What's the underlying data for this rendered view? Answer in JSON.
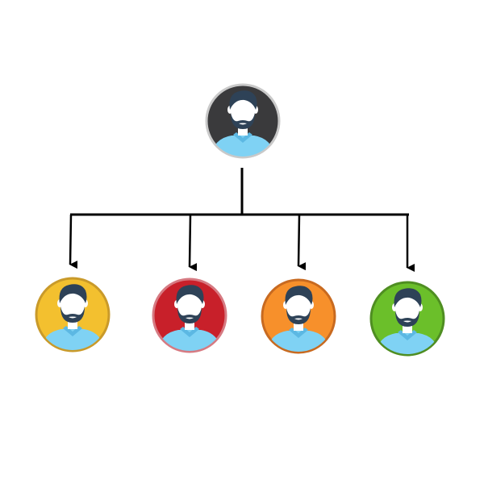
{
  "diagram": {
    "type": "org-hierarchy",
    "root": {
      "role": "manager",
      "icon": "person-avatar-icon",
      "background": "#3a3a3c",
      "border": "#c9c9c9"
    },
    "children": [
      {
        "role": "team-member-1",
        "icon": "person-avatar-icon",
        "background": "#f3c02f",
        "border": "#c99a2a"
      },
      {
        "role": "team-member-2",
        "icon": "person-avatar-icon",
        "background": "#c8202a",
        "border": "#d67a82"
      },
      {
        "role": "team-member-3",
        "icon": "person-avatar-icon",
        "background": "#f7902b",
        "border": "#c86a20"
      },
      {
        "role": "team-member-4",
        "icon": "person-avatar-icon",
        "background": "#6bbf2a",
        "border": "#4f8e22"
      }
    ],
    "connector_color": "#000000",
    "avatar_colors": {
      "hair": "#2e4257",
      "skin": "#ffffff",
      "shirt": "#7fd2f4",
      "collar": "#5cb8e3",
      "beard": "#2e4257"
    }
  }
}
